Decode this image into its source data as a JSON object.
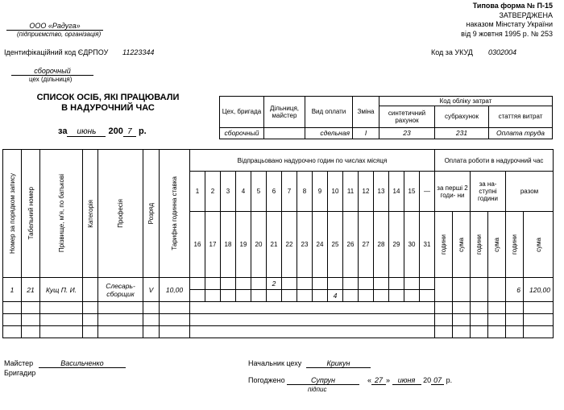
{
  "header": {
    "form_title": "Типова форма № П-15",
    "approved": "ЗАТВЕРДЖЕНА",
    "order1": "наказом Мінстату України",
    "order2": "від 9 жовтня 1995 р. № 253"
  },
  "org": {
    "name": "ООО «Радуга»",
    "caption": "(підприємство, організація)"
  },
  "ids": {
    "edrpou_label": "Ідентифікаційний  код ЄДРПОУ",
    "edrpou_value": "11223344",
    "ukud_label": "Код за УКУД",
    "ukud_value": "0302004"
  },
  "dept": {
    "name": "сборочный",
    "caption": "цех (дільниця)"
  },
  "title": {
    "line1": "СПИСОК ОСІБ, ЯКІ ПРАЦЮВАЛИ",
    "line2": "В НАДУРОЧНИЙ ЧАС"
  },
  "period": {
    "prefix": "за",
    "month": "июнь",
    "year_prefix": "200",
    "year_suffix": "7",
    "suffix": "р."
  },
  "code_table": {
    "h_team": "Цех, бригада",
    "h_section": "Дільниця, майстер",
    "h_paytype": "Вид оплати",
    "h_shift": "Зміна",
    "h_accounting": "Код обліку затрат",
    "h_synthetic": "синтетичний рахунок",
    "h_subaccount": "субрахунок",
    "h_expense": "статтяя витрат",
    "v_team": "сборочный",
    "v_section": "",
    "v_paytype": "сдельная",
    "v_shift": "I",
    "v_synthetic": "23",
    "v_subaccount": "231",
    "v_expense": "Оплата труда"
  },
  "main_table": {
    "h_no": "Номер за порядком запису",
    "h_tab": "Табельний номер",
    "h_name": "Прізвище, м'я, по батькові",
    "h_category": "Категорія",
    "h_profession": "Професія",
    "h_grade": "Розряд",
    "h_rate": "Тарифна годинна ставка",
    "h_hours": "Відпрацьовано надурочно годин по числах місяця",
    "days_top": [
      "1",
      "2",
      "3",
      "4",
      "5",
      "6",
      "7",
      "8",
      "9",
      "10",
      "11",
      "12",
      "13",
      "14",
      "15",
      "—"
    ],
    "days_bottom": [
      "16",
      "17",
      "18",
      "19",
      "20",
      "21",
      "22",
      "23",
      "24",
      "25",
      "26",
      "27",
      "28",
      "29",
      "30",
      "31"
    ],
    "h_pay": "Оплата роботи в надурочний час",
    "h_first2": "за перші 2 годи- ни",
    "h_next": "за на- ступні години",
    "h_total": "разом",
    "h_hours_short": "години",
    "h_sum": "сума",
    "row": {
      "no": "1",
      "tab": "21",
      "name": "Кущ П. И.",
      "profession": "Слесарь-сборщик",
      "grade": "V",
      "rate": "10,00",
      "day6": "2",
      "day25": "4",
      "total_hours": "6",
      "total_sum": "120,00"
    }
  },
  "footer": {
    "master_label": "Майстер",
    "master_value": "Васильченко",
    "brigadier_label": "Бригадир",
    "chief_label": "Начальник цеху",
    "chief_value": "Крикун",
    "agreed_label": "Погоджено",
    "agreed_value": "Супрун",
    "signature_caption": "підпис",
    "date_q1": "«",
    "date_day": "27",
    "date_q2": "»",
    "date_month": "июня",
    "date_year_prefix": "20",
    "date_year": "07",
    "date_suffix": "р."
  }
}
